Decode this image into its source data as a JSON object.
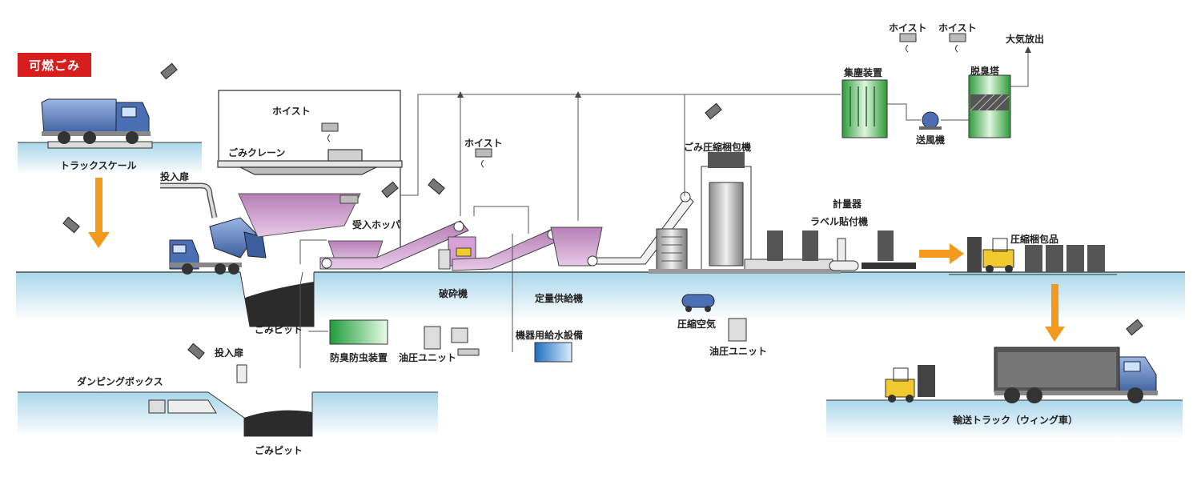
{
  "category_badge": "可燃ごみ",
  "labels": {
    "truck_scale": "トラックスケール",
    "input_door_top": "投入扉",
    "input_door_bottom": "投入扉",
    "hoist_crane": "ホイスト",
    "garbage_crane": "ごみクレーン",
    "hoist_crusher": "ホイスト",
    "receiving_hopper": "受入ホッパ",
    "crusher": "破砕機",
    "constant_feeder": "定量供給機",
    "garbage_pit_top": "ごみピット",
    "garbage_pit_bottom": "ごみピット",
    "deodorizer_insect": "防臭防虫装置",
    "hydraulic_unit_left": "油圧ユニット",
    "water_supply": "機器用給水設備",
    "dumping_box": "ダンピングボックス",
    "compressor_baler": "ごみ圧縮梱包機",
    "compressed_air": "圧縮空気",
    "hydraulic_unit_right": "油圧ユニット",
    "weighing": "計量器",
    "labeler": "ラベル貼付機",
    "baled_product": "圧縮梱包品",
    "dust_collector": "集塵装置",
    "blower": "送風機",
    "deodorizing_tower": "脱臭塔",
    "hoist_top_1": "ホイスト",
    "hoist_top_2": "ホイスト",
    "atmosphere": "大気放出",
    "transport_truck": "輸送トラック（ウィング車）"
  },
  "colors": {
    "badge": "#d81d1d",
    "ground": "#bfe0ee",
    "hopper": "#cc99cc",
    "conveyor": "#e8c8e8",
    "green_unit": "#4fbf4f",
    "arrow": "#f39a1e",
    "truck": "#4a6fb5",
    "forklift": "#f2c92e"
  },
  "icons": {
    "camera": "camera-icon",
    "hoist": "hoist-icon",
    "arrow": "flow-arrow-icon"
  }
}
